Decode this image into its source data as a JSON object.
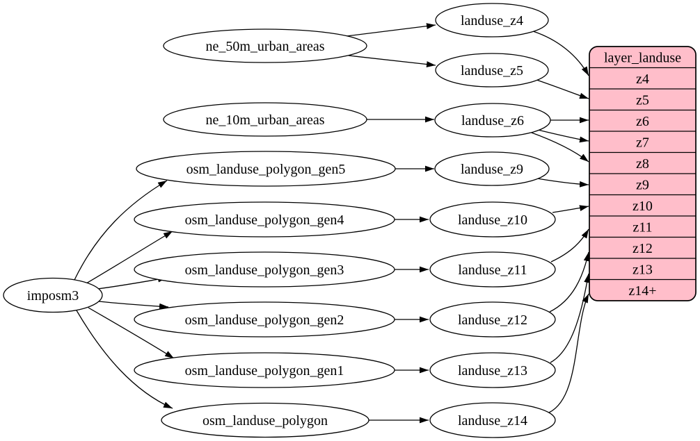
{
  "colors": {
    "record_fill": "#ffbeca",
    "node_fill": "#ffffff",
    "stroke": "#000000"
  },
  "nodes": {
    "imposm3": "imposm3",
    "ne_50m_urban_areas": "ne_50m_urban_areas",
    "ne_10m_urban_areas": "ne_10m_urban_areas",
    "osm_landuse_polygon_gen5": "osm_landuse_polygon_gen5",
    "osm_landuse_polygon_gen4": "osm_landuse_polygon_gen4",
    "osm_landuse_polygon_gen3": "osm_landuse_polygon_gen3",
    "osm_landuse_polygon_gen2": "osm_landuse_polygon_gen2",
    "osm_landuse_polygon_gen1": "osm_landuse_polygon_gen1",
    "osm_landuse_polygon": "osm_landuse_polygon",
    "landuse_z4": "landuse_z4",
    "landuse_z5": "landuse_z5",
    "landuse_z6": "landuse_z6",
    "landuse_z9": "landuse_z9",
    "landuse_z10": "landuse_z10",
    "landuse_z11": "landuse_z11",
    "landuse_z12": "landuse_z12",
    "landuse_z13": "landuse_z13",
    "landuse_z14": "landuse_z14"
  },
  "table": {
    "header": "layer_landuse",
    "rows": [
      "z4",
      "z5",
      "z6",
      "z7",
      "z8",
      "z9",
      "z10",
      "z11",
      "z12",
      "z13",
      "z14+"
    ]
  },
  "edges": [
    {
      "from": "imposm3",
      "to": "osm_landuse_polygon_gen5"
    },
    {
      "from": "imposm3",
      "to": "osm_landuse_polygon_gen4"
    },
    {
      "from": "imposm3",
      "to": "osm_landuse_polygon_gen3"
    },
    {
      "from": "imposm3",
      "to": "osm_landuse_polygon_gen2"
    },
    {
      "from": "imposm3",
      "to": "osm_landuse_polygon_gen1"
    },
    {
      "from": "imposm3",
      "to": "osm_landuse_polygon"
    },
    {
      "from": "ne_50m_urban_areas",
      "to": "landuse_z4"
    },
    {
      "from": "ne_50m_urban_areas",
      "to": "landuse_z5"
    },
    {
      "from": "ne_10m_urban_areas",
      "to": "landuse_z6"
    },
    {
      "from": "osm_landuse_polygon_gen5",
      "to": "landuse_z9"
    },
    {
      "from": "osm_landuse_polygon_gen4",
      "to": "landuse_z10"
    },
    {
      "from": "osm_landuse_polygon_gen3",
      "to": "landuse_z11"
    },
    {
      "from": "osm_landuse_polygon_gen2",
      "to": "landuse_z12"
    },
    {
      "from": "osm_landuse_polygon_gen1",
      "to": "landuse_z13"
    },
    {
      "from": "osm_landuse_polygon",
      "to": "landuse_z14"
    },
    {
      "from": "landuse_z4",
      "to": "layer_landuse.z4"
    },
    {
      "from": "landuse_z5",
      "to": "layer_landuse.z5"
    },
    {
      "from": "landuse_z6",
      "to": "layer_landuse.z6"
    },
    {
      "from": "landuse_z6",
      "to": "layer_landuse.z7"
    },
    {
      "from": "landuse_z6",
      "to": "layer_landuse.z8"
    },
    {
      "from": "landuse_z9",
      "to": "layer_landuse.z9"
    },
    {
      "from": "landuse_z10",
      "to": "layer_landuse.z10"
    },
    {
      "from": "landuse_z11",
      "to": "layer_landuse.z11"
    },
    {
      "from": "landuse_z12",
      "to": "layer_landuse.z12"
    },
    {
      "from": "landuse_z13",
      "to": "layer_landuse.z13"
    },
    {
      "from": "landuse_z14",
      "to": "layer_landuse.z14+"
    }
  ]
}
